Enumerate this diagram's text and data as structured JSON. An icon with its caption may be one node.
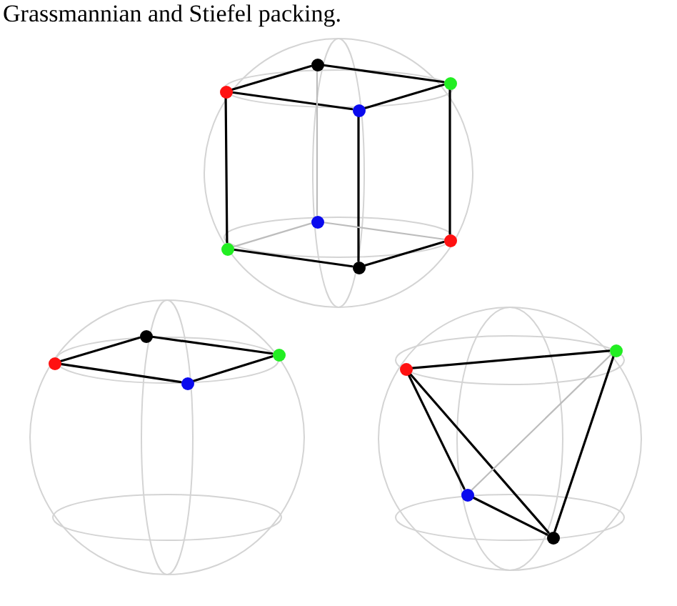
{
  "diagram": {
    "nodes": [
      {
        "text": [],
        "shape": "circle"
      },
      {
        "text": [],
        "shape": "circle"
      },
      {
        "text": [],
        "shape": "circle"
      },
      {
        "text": [],
        "shape": "circle"
      },
      {
        "text": [],
        "shape": "circle"
      },
      {
        "text": [],
        "shape": "circle"
      },
      {
        "text": [],
        "shape": "circle"
      },
      {
        "text": [],
        "shape": "circle"
      },
      {
        "text": [],
        "shape": "circle"
      },
      {
        "text": [],
        "shape": "circle"
      },
      {
        "text": [],
        "shape": "circle"
      },
      {
        "text": [],
        "shape": "circle"
      },
      {
        "text": [],
        "shape": "circle"
      },
      {
        "text": [],
        "shape": "circle"
      },
      {
        "text": [],
        "shape": "circle"
      },
      {
        "text": [],
        "shape": "circle"
      }
    ],
    "edges": [
      {
        "from": 2,
        "to": 0,
        "arrow": "none"
      },
      {
        "from": 0,
        "to": 1,
        "arrow": "none"
      },
      {
        "from": 1,
        "to": 3,
        "arrow": "none"
      },
      {
        "from": 3,
        "to": 2,
        "arrow": "none"
      },
      {
        "from": 2,
        "to": 6,
        "arrow": "none"
      },
      {
        "from": 3,
        "to": 7,
        "arrow": "none"
      },
      {
        "from": 1,
        "to": 5,
        "arrow": "none"
      },
      {
        "from": 0,
        "to": 4,
        "arrow": "none",
        "color": "#bdbdbd"
      },
      {
        "from": 6,
        "to": 7,
        "arrow": "none"
      },
      {
        "from": 7,
        "to": 5,
        "arrow": "none"
      },
      {
        "from": 5,
        "to": 4,
        "arrow": "none",
        "color": "#bdbdbd"
      },
      {
        "from": 4,
        "to": 6,
        "arrow": "none",
        "color": "#bdbdbd"
      },
      {
        "from": 10,
        "to": 8,
        "arrow": "none"
      },
      {
        "from": 8,
        "to": 9,
        "arrow": "none"
      },
      {
        "from": 9,
        "to": 11,
        "arrow": "none"
      },
      {
        "from": 11,
        "to": 10,
        "arrow": "none"
      },
      {
        "from": 13,
        "to": 12,
        "arrow": "none"
      },
      {
        "from": 12,
        "to": 15,
        "arrow": "none"
      },
      {
        "from": 13,
        "to": 15,
        "arrow": "none"
      },
      {
        "from": 13,
        "to": 14,
        "arrow": "none"
      },
      {
        "from": 14,
        "to": 15,
        "arrow": "none"
      },
      {
        "from": 12,
        "to": 14,
        "arrow": "none",
        "color": "#bdbdbd"
      }
    ],
    "labels": [
      "Grassmannian and Stiefel packing."
    ]
  }
}
